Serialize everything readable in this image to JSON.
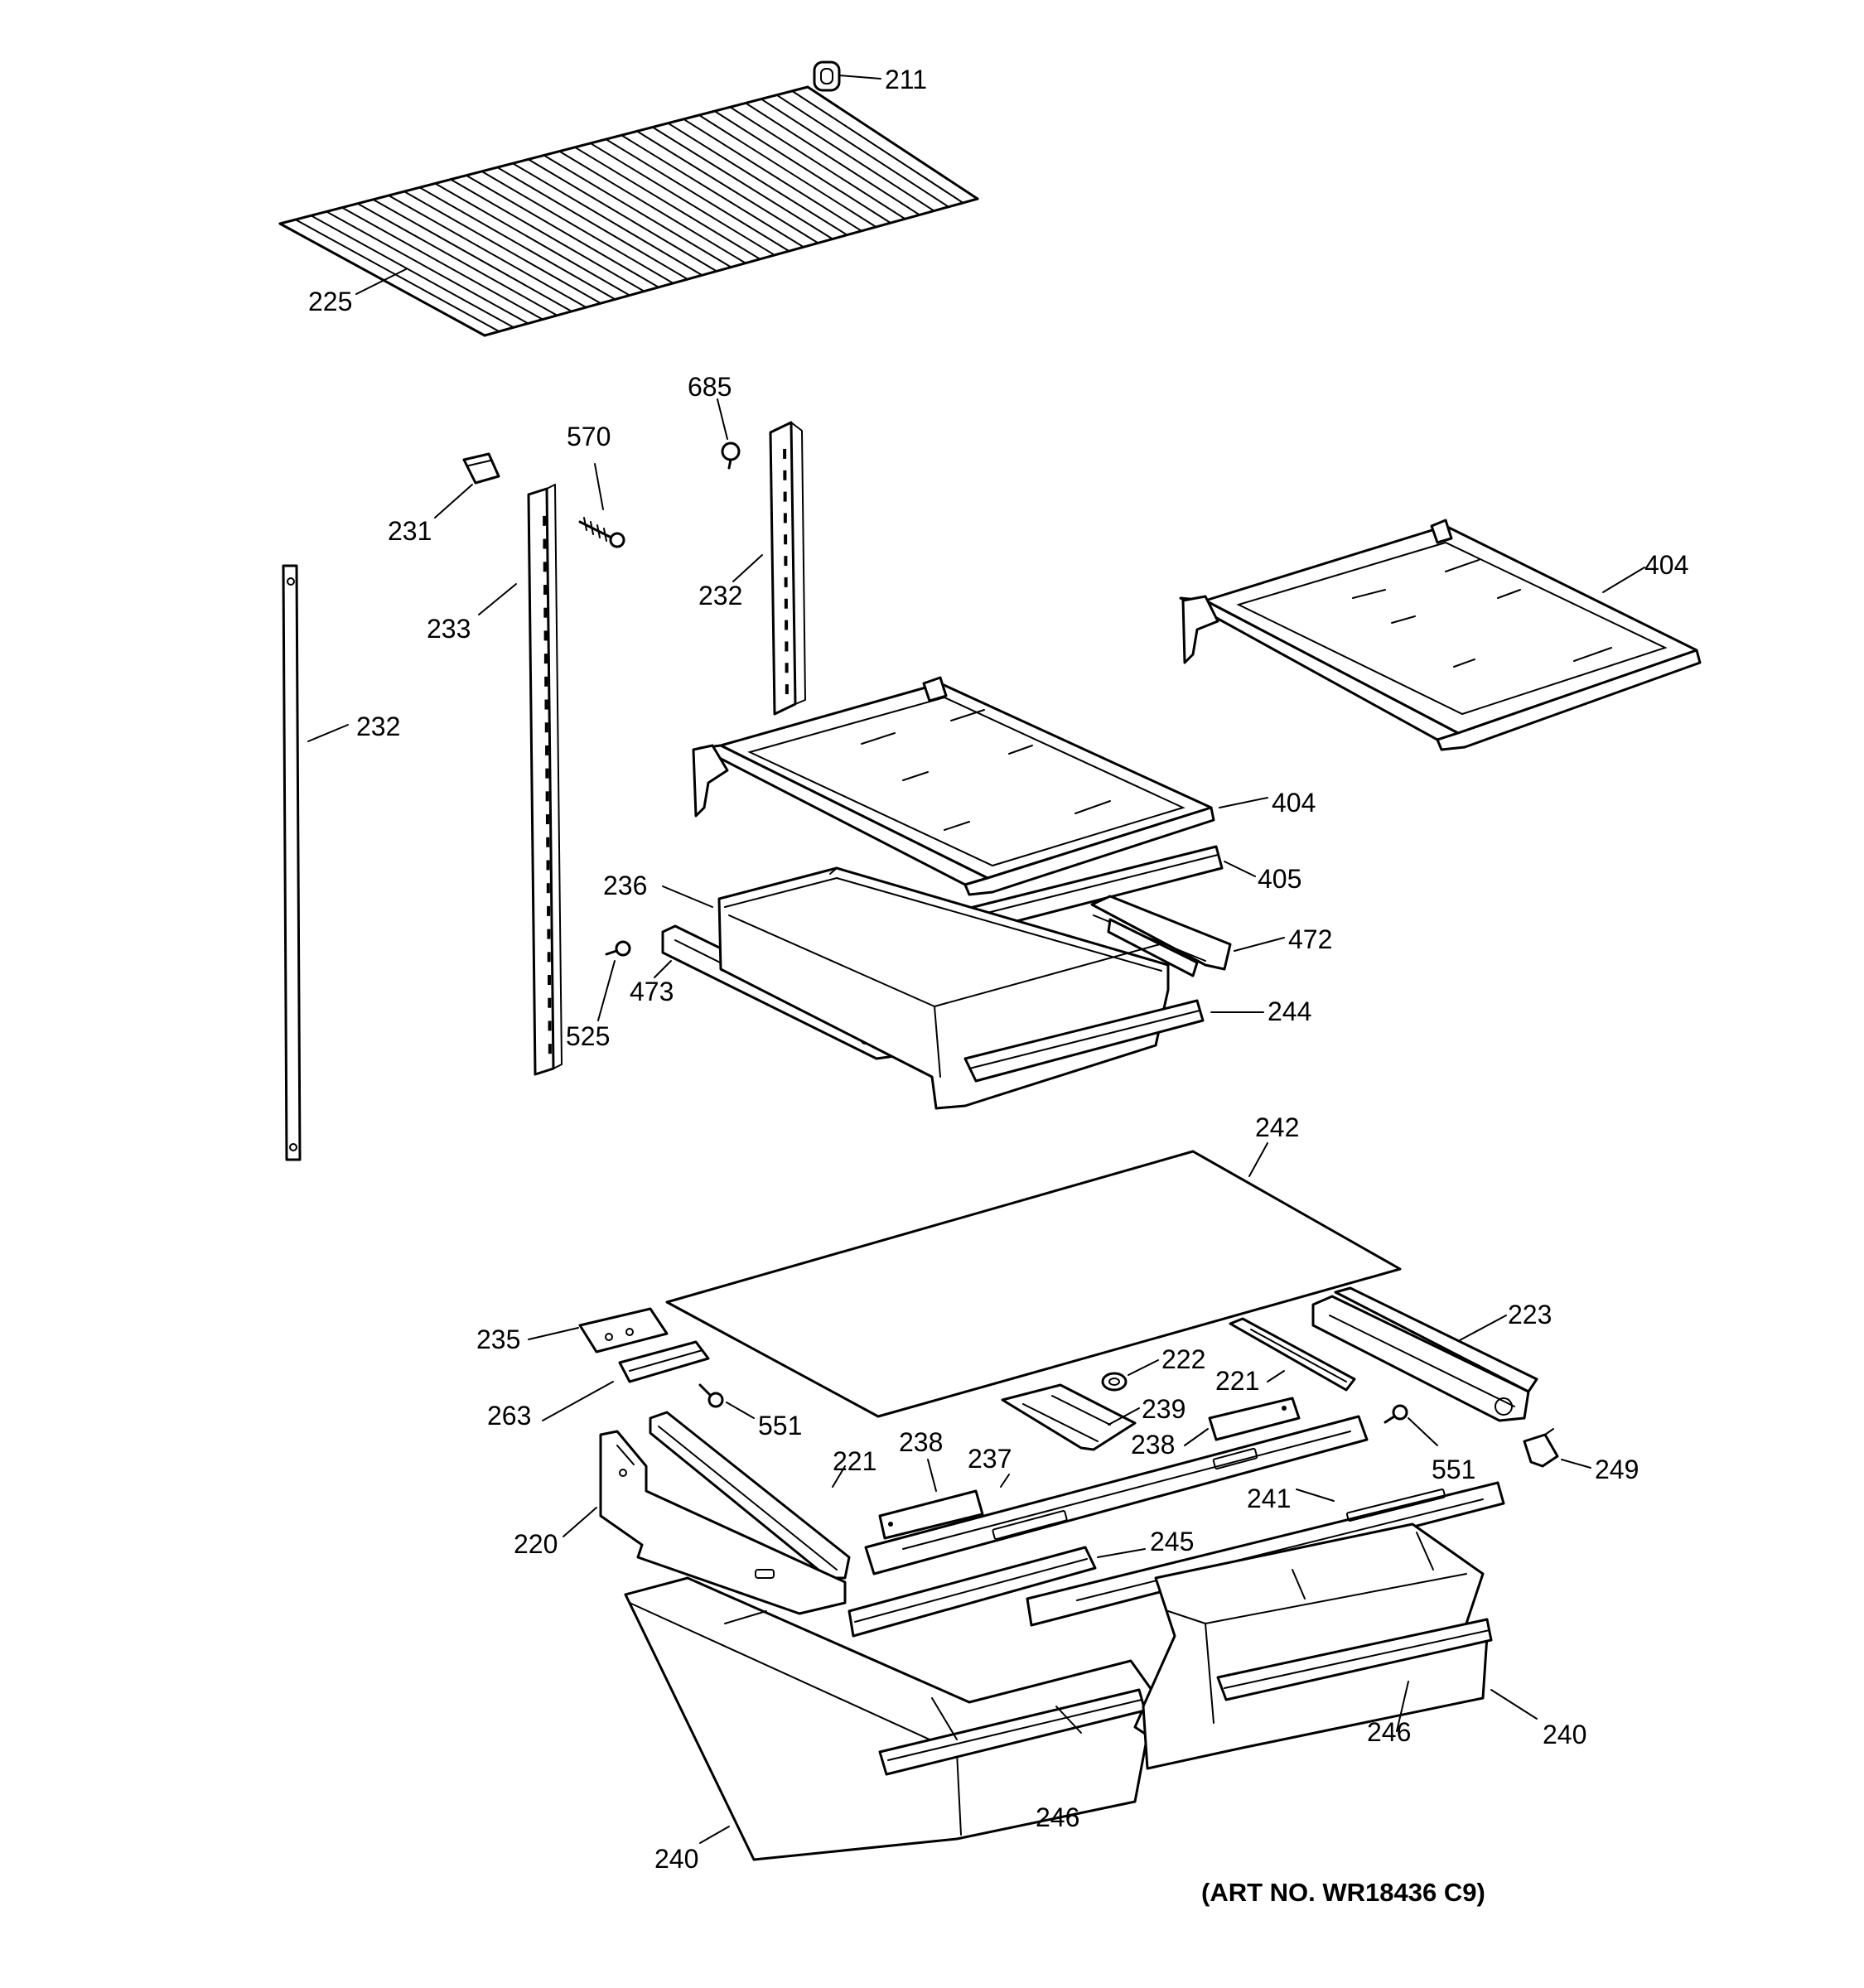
{
  "diagram": {
    "callouts": [
      {
        "id": "c211",
        "text": "211"
      },
      {
        "id": "c225",
        "text": "225"
      },
      {
        "id": "c685",
        "text": "685"
      },
      {
        "id": "c570",
        "text": "570"
      },
      {
        "id": "c231",
        "text": "231"
      },
      {
        "id": "c232a",
        "text": "232"
      },
      {
        "id": "c233",
        "text": "233"
      },
      {
        "id": "c232b",
        "text": "232"
      },
      {
        "id": "c404a",
        "text": "404"
      },
      {
        "id": "c404b",
        "text": "404"
      },
      {
        "id": "c405",
        "text": "405"
      },
      {
        "id": "c236",
        "text": "236"
      },
      {
        "id": "c472",
        "text": "472"
      },
      {
        "id": "c473",
        "text": "473"
      },
      {
        "id": "c525",
        "text": "525"
      },
      {
        "id": "c244",
        "text": "244"
      },
      {
        "id": "c242",
        "text": "242"
      },
      {
        "id": "c235",
        "text": "235"
      },
      {
        "id": "c223",
        "text": "223"
      },
      {
        "id": "c222",
        "text": "222"
      },
      {
        "id": "c221a",
        "text": "221"
      },
      {
        "id": "c263",
        "text": "263"
      },
      {
        "id": "c239",
        "text": "239"
      },
      {
        "id": "c551a",
        "text": "551"
      },
      {
        "id": "c238a",
        "text": "238"
      },
      {
        "id": "c238b",
        "text": "238"
      },
      {
        "id": "c221b",
        "text": "221"
      },
      {
        "id": "c237",
        "text": "237"
      },
      {
        "id": "c551b",
        "text": "551"
      },
      {
        "id": "c249",
        "text": "249"
      },
      {
        "id": "c241",
        "text": "241"
      },
      {
        "id": "c220",
        "text": "220"
      },
      {
        "id": "c245",
        "text": "245"
      },
      {
        "id": "c246a",
        "text": "246"
      },
      {
        "id": "c240a",
        "text": "240"
      },
      {
        "id": "c246b",
        "text": "246"
      },
      {
        "id": "c240b",
        "text": "240"
      }
    ],
    "art_number": "(ART NO. WR18436 C9)"
  }
}
